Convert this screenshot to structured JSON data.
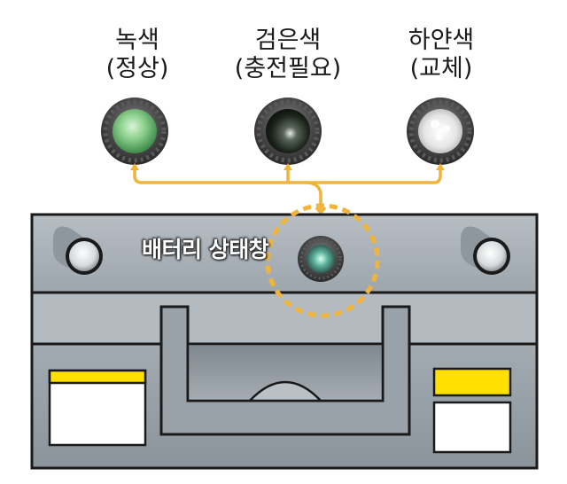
{
  "states": [
    {
      "name": "녹색",
      "meaning": "(정상)",
      "color": "#8fd18f"
    },
    {
      "name": "검은색",
      "meaning": "(충전필요)",
      "color": "#1e2a1e"
    },
    {
      "name": "하얀색",
      "meaning": "(교체)",
      "color": "#f2f2f2"
    }
  ],
  "indicator_label": "배터리 상태창",
  "colors": {
    "connector": "#f0b43a",
    "battery_body": "#9aa3ab",
    "battery_top": "#a8b0b7",
    "yellow_label": "#ffe000"
  }
}
